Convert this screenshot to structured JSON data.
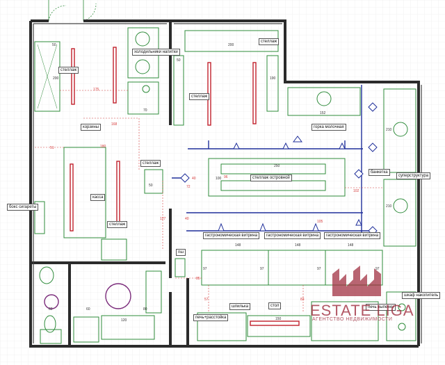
{
  "colors": {
    "wall": "#2b2b2b",
    "equipment": "#2e8b3a",
    "rack": "#c0202a",
    "lighting": "#1f2f9a",
    "dimension": "#d63b3b",
    "grid": "#e8e8e8",
    "accent": "#9e2a3c"
  },
  "labels": {
    "holodilniki": "холодильники напитки",
    "stellazh_top": "стеллаж",
    "stellazh_left": "стеллаж",
    "stellazh_center": "стеллаж",
    "stellazh_mid": "стеллаж",
    "stellazh_lower": "стеллаж",
    "gorka": "горка молочная",
    "korziny": "корзины",
    "kassa": "касса",
    "boks": "бокс сигареты",
    "ostrovnoy": "стеллаж островной",
    "banketka": "банкетка",
    "superstruktura": "суперструктура",
    "vitrina1": "гастрономическая витрина",
    "vitrina2": "гастрономическая витрина",
    "vitrina3": "гастрономическая витрина",
    "psh": "пш",
    "shpilka": "шпилька",
    "stol": "стол",
    "pech": "печь+расстойка",
    "pech_vypechki": "печь выпечки",
    "shkaf": "шкаф накопитель"
  },
  "dimensions": {
    "d175": "175",
    "d168": "168",
    "d51": "51",
    "d180": "180",
    "d127": "127",
    "d40": "40",
    "d40b": "40",
    "d96": "96",
    "d85": "85",
    "d57": "57",
    "d83": "83",
    "d72": "72",
    "d102": "102",
    "d105": "105",
    "d152": "152",
    "d148a": "148",
    "d148b": "148",
    "d148c": "148",
    "d97a": "97",
    "d97b": "97",
    "d97c": "97",
    "d97d": "97",
    "d200a": "200",
    "d200b": "200",
    "d250": "250",
    "d210a": "210",
    "d210b": "210",
    "d50a": "50",
    "d50b": "50",
    "d50c": "50",
    "d100": "100",
    "d190": "190",
    "d60": "60",
    "d120": "120",
    "d80": "80",
    "d62": "62",
    "d70": "70",
    "d150": "150"
  },
  "watermark": {
    "name": "ESTATE LIGA",
    "tagline": "АГЕНТСТВО НЕДВИЖИМОСТИ"
  }
}
